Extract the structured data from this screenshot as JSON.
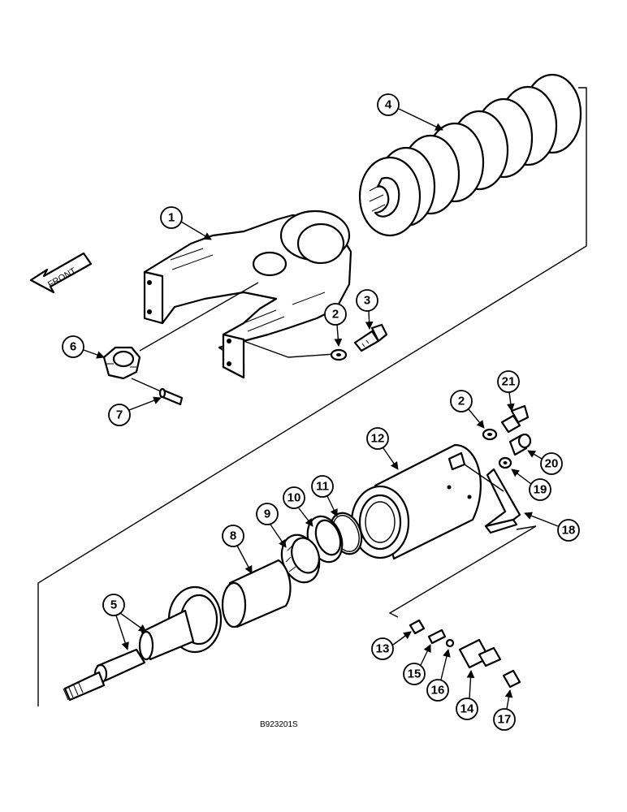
{
  "callouts": [
    "1",
    "2",
    "3",
    "4",
    "5",
    "6",
    "7",
    "8",
    "9",
    "10",
    "11",
    "12",
    "13",
    "14",
    "15",
    "16",
    "17",
    "18",
    "19",
    "20",
    "21"
  ],
  "front_label": "FRONT",
  "drawing_code": "B923201S"
}
